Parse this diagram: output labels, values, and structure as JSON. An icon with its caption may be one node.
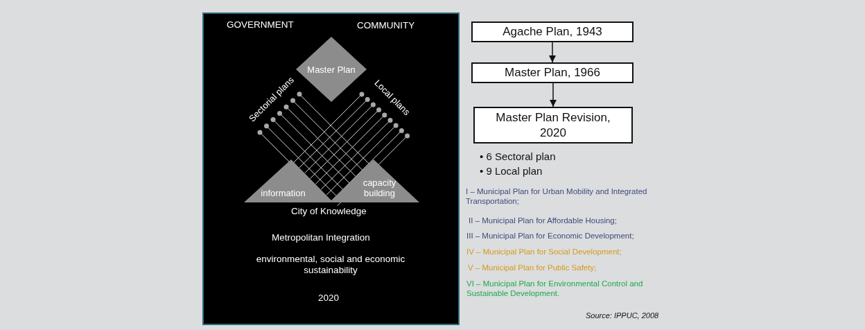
{
  "diagram": {
    "nodes": [
      {
        "text": [],
        "shape": "box"
      },
      {
        "text": [
          "Master Plan"
        ],
        "in": 0
      },
      {
        "text": [
          "information"
        ],
        "in": 0
      },
      {
        "text": [
          "capacity building"
        ],
        "in": 0
      },
      {
        "text": [
          "Agache Plan, 1943"
        ]
      },
      {
        "text": [
          "Master Plan, 1966"
        ]
      },
      {
        "text": [
          "Master Plan Revision, 2020"
        ]
      }
    ],
    "edges": [
      {
        "from": 4,
        "to": 5,
        "arrow": "to"
      },
      {
        "from": 5,
        "to": 6,
        "arrow": "to"
      }
    ],
    "labels": [
      "GOVERNMENT",
      "COMMUNITY",
      "Sectorial plans",
      "Local plans",
      "City of Knowledge",
      "Metropolitan Integration",
      "environmental, social and economic sustainability",
      "2020",
      "• 6 Sectoral plan",
      "• 9 Local plan",
      "I – Municipal Plan for Urban Mobility and Integrated Transportation;",
      "II – Municipal Plan for Affordable Housing;",
      "III – Municipal Plan for Economic Development;",
      "IV – Municipal Plan for Social Development;",
      "V – Municipal Plan for Public Safety;",
      "VI – Municipal Plan for Environmental Control and Sustainable Development.",
      "Source: IPPUC, 2008"
    ]
  }
}
